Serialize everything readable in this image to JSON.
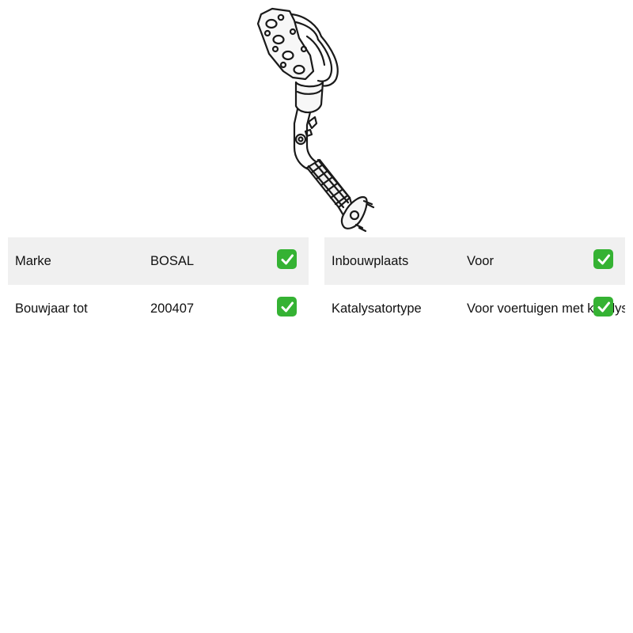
{
  "product": {
    "image_icon": "exhaust-manifold-catalytic-converter-drawing"
  },
  "specs": {
    "rows": [
      {
        "left": {
          "label": "Marke",
          "value": "BOSAL"
        },
        "right": {
          "label": "Inbouwplaats",
          "value": "Voor"
        }
      },
      {
        "left": {
          "label": "Bouwjaar tot",
          "value": "200407"
        },
        "right": {
          "label": "Katalysatortype",
          "value": "Voor voertuigen met katalysator"
        }
      }
    ],
    "check_icon": "check-mark-icon",
    "check_color": "#35b233"
  }
}
